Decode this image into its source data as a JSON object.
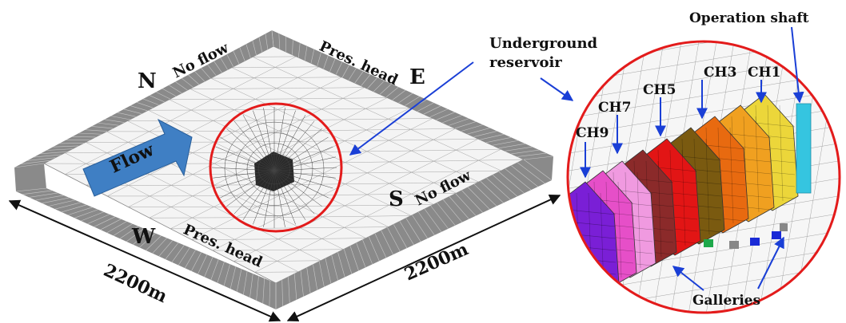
{
  "compass": {
    "north": "N",
    "east": "E",
    "south": "S",
    "west": "W"
  },
  "boundaries": {
    "north_edge": "No flow",
    "east_edge": "Pres. head",
    "south_edge": "No flow",
    "west_edge": "Pres. head"
  },
  "flow_label": "Flow",
  "dimensions": {
    "west_side": "2200m",
    "south_side": "2200m"
  },
  "annotations": {
    "underground_reservoir": "Underground\nreservoir",
    "operation_shaft": "Operation shaft",
    "galleries": "Galleries"
  },
  "chambers": [
    "CH1",
    "CH3",
    "CH5",
    "CH7",
    "CH9"
  ],
  "colors": {
    "highlight_circle": "#e31b1b",
    "annotation_arrow": "#1a3fd6",
    "flow_arrow": "#3f7fc4",
    "frame": "#7a7a7a",
    "chamber_palette": [
      "#7a1fd6",
      "#e64fc8",
      "#f09ae0",
      "#8b2a2a",
      "#e21515",
      "#7a5a10",
      "#e86a10",
      "#f0a020",
      "#ecd63a",
      "#35c5e0"
    ]
  }
}
